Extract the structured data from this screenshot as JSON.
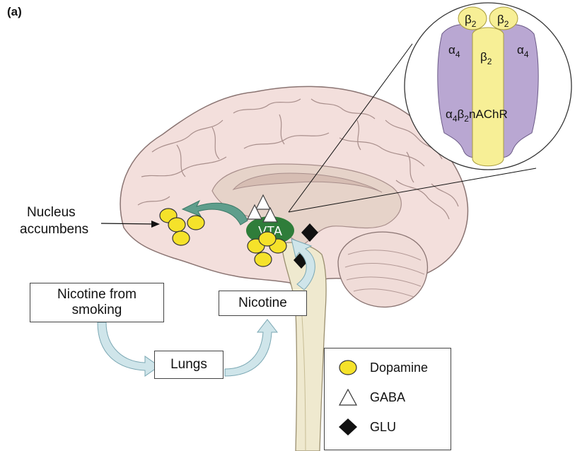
{
  "panel_label": "(a)",
  "labels": {
    "nucleus_accumbens_line1": "Nucleus",
    "nucleus_accumbens_line2": "accumbens",
    "vta": "VTA"
  },
  "boxes": {
    "nicotine_from_smoking_line1": "Nicotine from",
    "nicotine_from_smoking_line2": "smoking",
    "lungs": "Lungs",
    "nicotine": "Nicotine"
  },
  "receptor": {
    "top_left_subunit": "β",
    "top_left_sub": "2",
    "top_right_subunit": "β",
    "top_right_sub": "2",
    "center_subunit": "β",
    "center_sub": "2",
    "left_subunit": "α",
    "left_sub": "4",
    "right_subunit": "α",
    "right_sub": "4",
    "name_a": "α",
    "name_a_sub": "4",
    "name_b": "β",
    "name_b_sub": "2",
    "name_rest": "nAChR"
  },
  "legend": {
    "dopamine": "Dopamine",
    "gaba": "GABA",
    "glu": "GLU"
  },
  "colors": {
    "brain_fill": "#f3dfdc",
    "brain_stroke": "#8a7472",
    "inner_fill": "#e6d3c9",
    "stem_fill": "#efe9cf",
    "vta_fill": "#2f7d3a",
    "arrow_teal": "#5f9e8c",
    "arrow_light": "#cfe5ea",
    "dopamine_fill": "#f5e22a",
    "alpha_fill": "#b9a7d2",
    "beta_fill": "#f7ef96"
  }
}
